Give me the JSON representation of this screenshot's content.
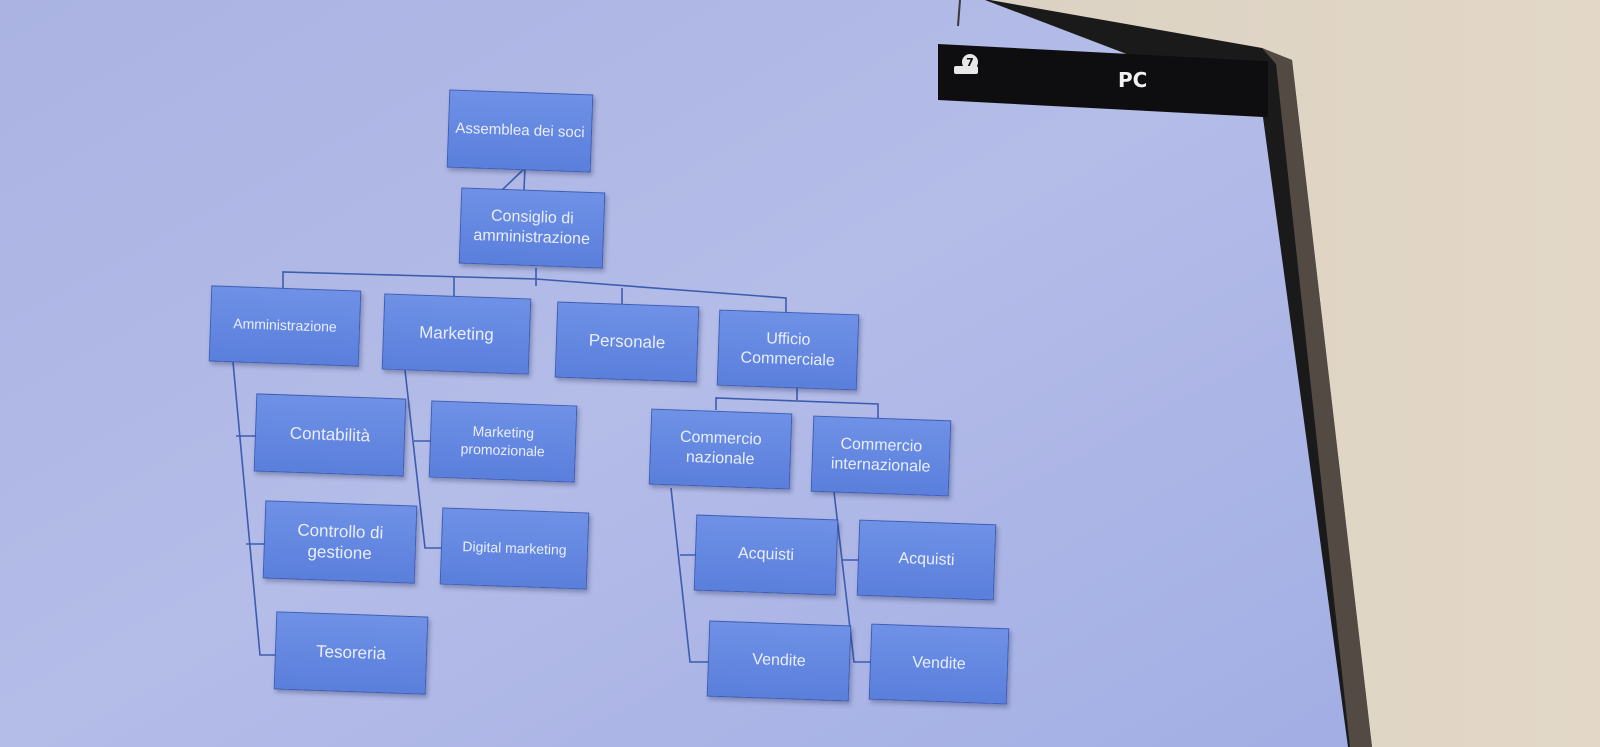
{
  "tv_overlay": {
    "source_label": "PC",
    "icon": "input-source-icon"
  },
  "colors": {
    "node_fill": "#5f84df",
    "node_border": "#3b5db8",
    "node_text": "#e9eeff",
    "connector": "#3d5cb0",
    "screen_bg": "#a8b3e6"
  },
  "org_chart": {
    "root": "Assemblea dei soci",
    "board": "Consiglio di amministrazione",
    "departments": {
      "amministrazione": {
        "label": "Amministrazione",
        "children": [
          "Contabilità",
          "Controllo di gestione",
          "Tesoreria"
        ]
      },
      "marketing": {
        "label": "Marketing",
        "children": [
          "Marketing promozionale",
          "Digital marketing"
        ]
      },
      "personale": {
        "label": "Personale"
      },
      "ufficio_commerciale": {
        "label": "Ufficio Commerciale",
        "nazionale": {
          "label": "Commercio nazionale",
          "children": [
            "Acquisti",
            "Vendite"
          ]
        },
        "internazionale": {
          "label": "Commercio internazionale",
          "children": [
            "Acquisti",
            "Vendite"
          ]
        }
      }
    }
  }
}
